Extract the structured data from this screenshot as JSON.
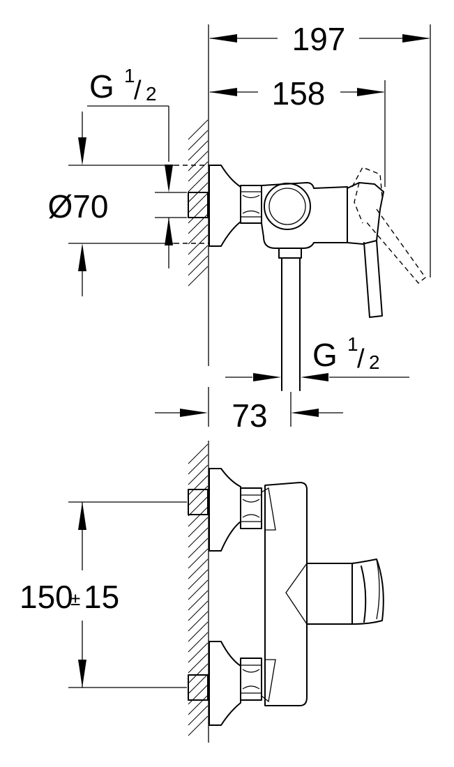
{
  "dimensions": {
    "overall_depth": "197",
    "lever_depth": "158",
    "inlet_thread_top": {
      "base": "G",
      "num": "1",
      "den": "2"
    },
    "diameter": "Ø70",
    "outlet_thread": {
      "base": "G",
      "num": "1",
      "den": "2"
    },
    "outlet_offset": "73",
    "inlet_spacing": "150",
    "inlet_tolerance": "±",
    "inlet_tolerance_value": "15"
  }
}
